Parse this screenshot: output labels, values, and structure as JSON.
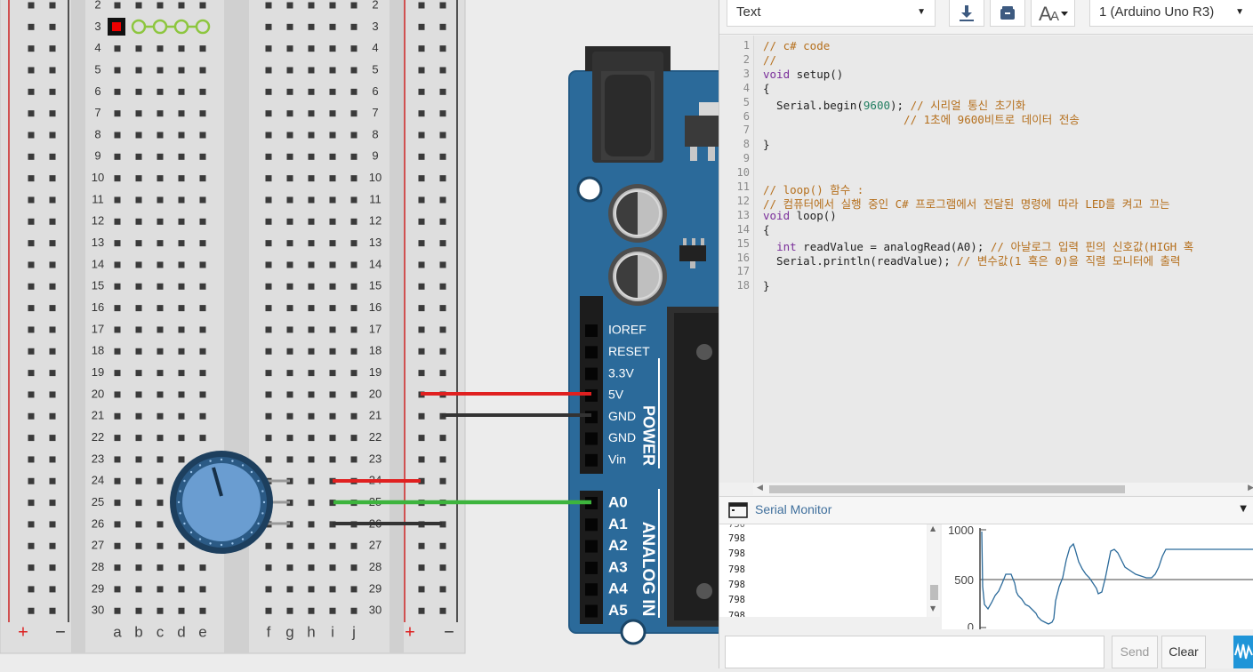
{
  "toolbar": {
    "mode": "Text",
    "board": "1 (Arduino Uno R3)",
    "icons": [
      "download-icon",
      "library-icon",
      "font-size-icon"
    ]
  },
  "code": {
    "lines": [
      {
        "n": "1",
        "parts": [
          {
            "t": "// c# code",
            "c": "cm"
          }
        ]
      },
      {
        "n": "2",
        "parts": [
          {
            "t": "//",
            "c": "cm"
          }
        ]
      },
      {
        "n": "3",
        "parts": [
          {
            "t": "void",
            "c": "kw"
          },
          {
            "t": " setup()",
            "c": ""
          }
        ]
      },
      {
        "n": "4",
        "parts": [
          {
            "t": "{",
            "c": ""
          }
        ]
      },
      {
        "n": "5",
        "parts": [
          {
            "t": "  Serial.begin(",
            "c": ""
          },
          {
            "t": "9600",
            "c": "nm"
          },
          {
            "t": "); ",
            "c": ""
          },
          {
            "t": "// 시리얼 통신 초기화",
            "c": "cm"
          }
        ]
      },
      {
        "n": "6",
        "parts": [
          {
            "t": "                     // 1초에 9600비트로 데이터 전송",
            "c": "cm"
          }
        ]
      },
      {
        "n": "7",
        "parts": []
      },
      {
        "n": "8",
        "parts": [
          {
            "t": "}",
            "c": ""
          }
        ]
      },
      {
        "n": "9",
        "parts": []
      },
      {
        "n": "10",
        "parts": []
      },
      {
        "n": "11",
        "parts": [
          {
            "t": "// loop() 함수 :",
            "c": "cm"
          }
        ]
      },
      {
        "n": "12",
        "parts": [
          {
            "t": "// 컴퓨터에서 실행 중인 C# 프로그램에서 전달된 명령에 따라 LED를 켜고 끄는",
            "c": "cm"
          }
        ]
      },
      {
        "n": "13",
        "parts": [
          {
            "t": "void",
            "c": "kw"
          },
          {
            "t": " loop()",
            "c": ""
          }
        ]
      },
      {
        "n": "14",
        "parts": [
          {
            "t": "{",
            "c": ""
          }
        ]
      },
      {
        "n": "15",
        "parts": [
          {
            "t": "  ",
            "c": ""
          },
          {
            "t": "int",
            "c": "kw"
          },
          {
            "t": " readValue = analogRead(A0); ",
            "c": ""
          },
          {
            "t": "// 아날로그 입력 핀의 신호값(HIGH 혹",
            "c": "cm"
          }
        ]
      },
      {
        "n": "16",
        "parts": [
          {
            "t": "  Serial.println(readValue); ",
            "c": ""
          },
          {
            "t": "// 변수값(1 혹은 0)을 직렬 모니터에 출력",
            "c": "cm"
          }
        ]
      },
      {
        "n": "17",
        "parts": []
      },
      {
        "n": "18",
        "parts": [
          {
            "t": "}",
            "c": ""
          }
        ]
      }
    ]
  },
  "serial_monitor": {
    "title": "Serial Monitor",
    "output_lines": [
      "798",
      "798",
      "798",
      "798",
      "798",
      "798"
    ],
    "graph": {
      "y_ticks": [
        "1000",
        "500",
        "0"
      ]
    },
    "send_label": "Send",
    "clear_label": "Clear"
  },
  "breadboard": {
    "rows": [
      "2",
      "3",
      "4",
      "5",
      "6",
      "7",
      "8",
      "9",
      "10",
      "11",
      "12",
      "13",
      "14",
      "15",
      "16",
      "17",
      "18",
      "19",
      "20",
      "21",
      "22",
      "23",
      "24",
      "25",
      "26",
      "27",
      "28",
      "29",
      "30"
    ],
    "cols_left": [
      "a",
      "b",
      "c",
      "d",
      "e"
    ],
    "cols_right": [
      "f",
      "g",
      "h",
      "i",
      "j"
    ],
    "plus": "+",
    "minus": "−"
  },
  "arduino": {
    "power_pins": [
      "IOREF",
      "RESET",
      "3.3V",
      "5V",
      "GND",
      "GND",
      "Vin"
    ],
    "power_label": "POWER",
    "analog_pins": [
      "A0",
      "A1",
      "A2",
      "A3",
      "A4",
      "A5"
    ],
    "analog_label": "ANALOG IN"
  },
  "colors": {
    "accent": "#1f95d8",
    "board": "#2b6a9a",
    "wire_red": "#e02020",
    "wire_black": "#333333",
    "wire_green": "#3db43d"
  }
}
